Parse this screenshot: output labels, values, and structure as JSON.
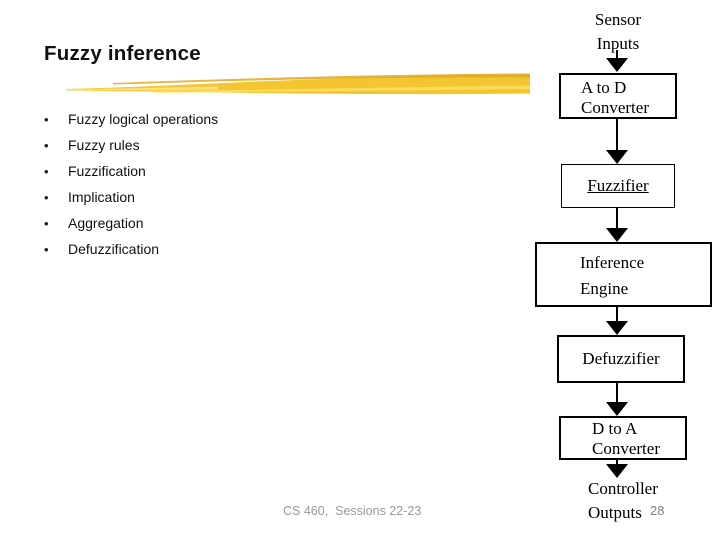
{
  "slide": {
    "title": "Fuzzy inference",
    "bullet_glyph": "•",
    "bullets": [
      "Fuzzy logical operations",
      "Fuzzy rules",
      "Fuzzification",
      "Implication",
      "Aggregation",
      "Defuzzification"
    ],
    "footer": "CS 460,  Sessions 22-23",
    "page_number": "28"
  },
  "flowchart": {
    "source_label": {
      "lines": [
        "Sensor",
        "Inputs"
      ]
    },
    "nodes": [
      {
        "id": "adc",
        "lines": [
          "A to D",
          "Converter"
        ]
      },
      {
        "id": "fuzzifier",
        "lines": [
          "Fuzzifier"
        ]
      },
      {
        "id": "inference",
        "lines": [
          "Inference",
          "Engine"
        ]
      },
      {
        "id": "defuzzifier",
        "lines": [
          "Defuzzifier"
        ]
      },
      {
        "id": "dac",
        "lines": [
          "D to A",
          "Converter"
        ]
      }
    ],
    "sink_label": {
      "lines": [
        "Controller",
        "Outputs"
      ]
    }
  },
  "colors": {
    "title_text": "#111111",
    "body_text": "#111111",
    "flowchart_ink": "#000000",
    "swoosh_main": "#F3C530",
    "swoosh_dark": "#DFA81E",
    "swoosh_light": "#FFE066",
    "footer_text": "#999999",
    "page_number_text": "#808080"
  }
}
